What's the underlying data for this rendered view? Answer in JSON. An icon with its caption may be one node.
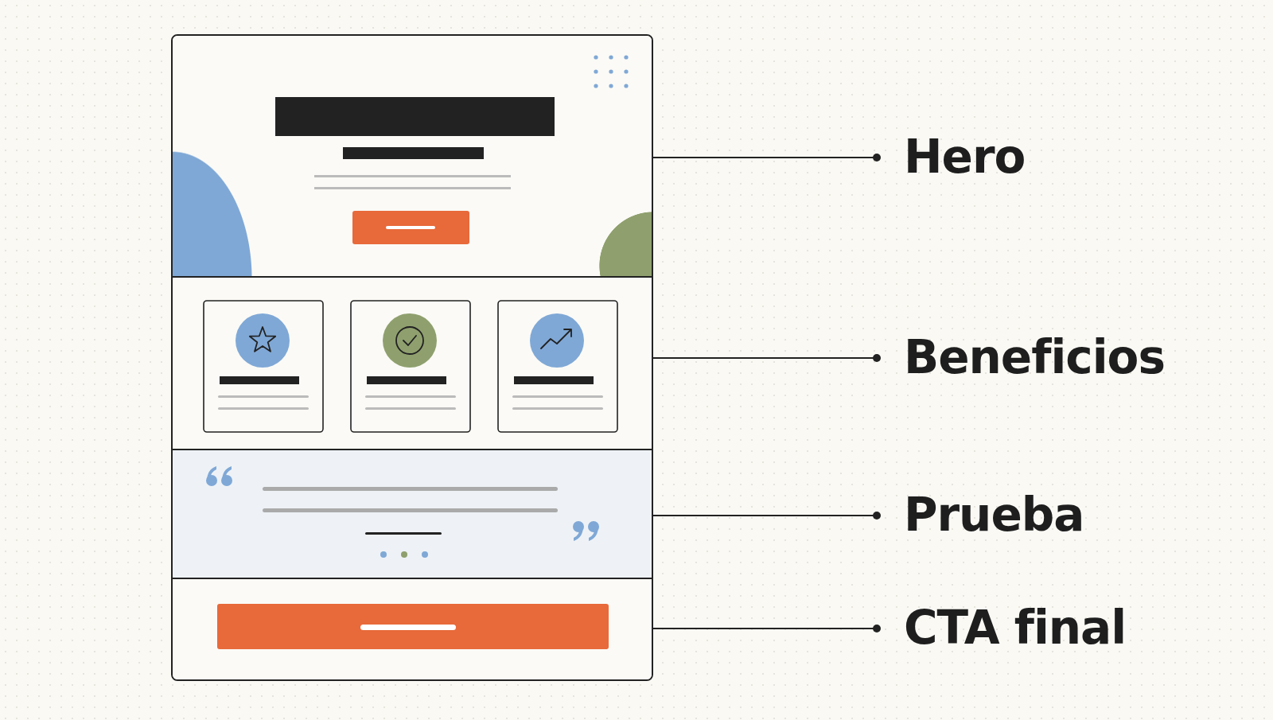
{
  "diagram": {
    "nodes": [
      {
        "text": [],
        "shape": "box"
      },
      {
        "text": [],
        "shape": "box"
      },
      {
        "text": [],
        "shape": "box"
      },
      {
        "text": [],
        "shape": "box"
      },
      {
        "text": [
          "Hero"
        ]
      },
      {
        "text": [
          "Beneficios"
        ]
      },
      {
        "text": [
          "Prueba"
        ]
      },
      {
        "text": [
          "CTA final"
        ]
      }
    ],
    "edges": [
      {
        "from": 4,
        "to": 0,
        "arrow": "other"
      },
      {
        "from": 5,
        "to": 1,
        "arrow": "other"
      },
      {
        "from": 6,
        "to": 2,
        "arrow": "other"
      },
      {
        "from": 7,
        "to": 3,
        "arrow": "other"
      }
    ]
  }
}
